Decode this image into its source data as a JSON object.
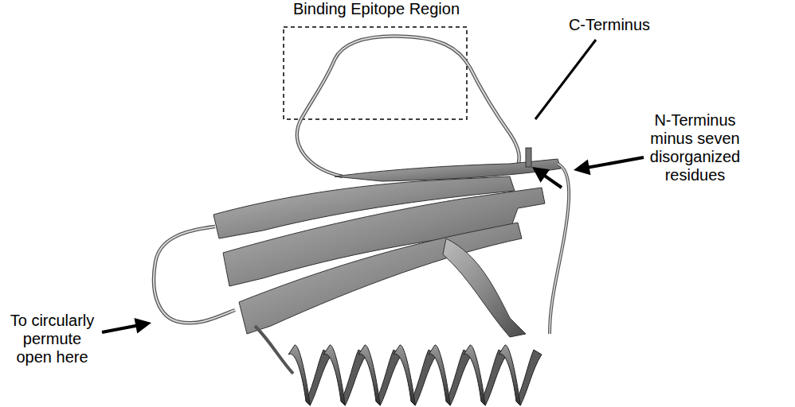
{
  "diagram": {
    "labels": [
      "Binding Epitope Region",
      "C-Terminus",
      "N-Terminus minus seven disorganized residues",
      "To circularly permute open here"
    ]
  }
}
